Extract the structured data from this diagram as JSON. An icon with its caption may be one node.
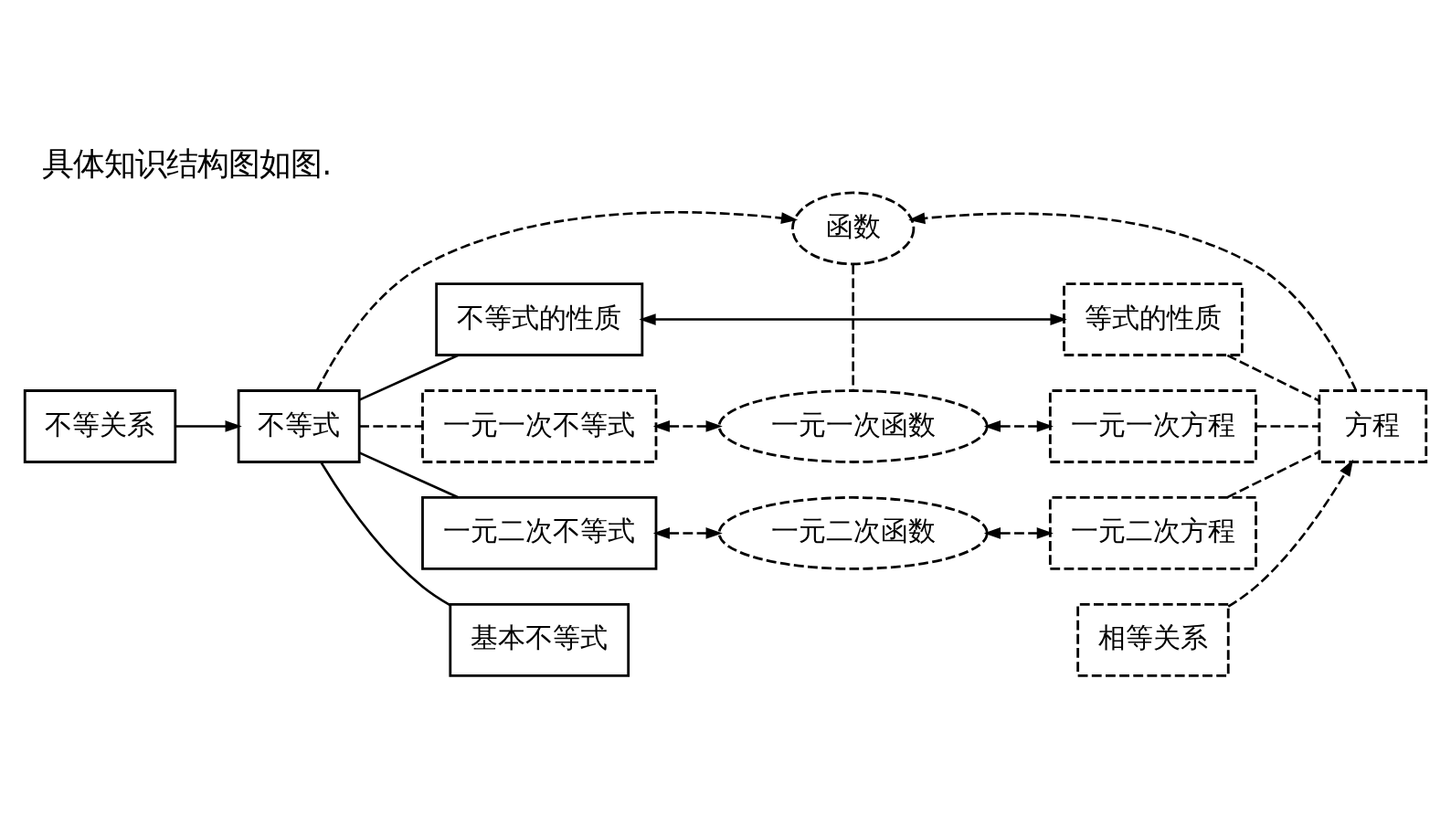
{
  "diagram": {
    "title": "具体知识结构图如图.",
    "nodes": [
      {
        "text": [
          "不等关系"
        ]
      },
      {
        "text": [
          "不等式"
        ]
      },
      {
        "text": [
          "函数"
        ]
      },
      {
        "text": [
          "不等式的性质"
        ]
      },
      {
        "text": [
          "等式的性质"
        ]
      },
      {
        "text": [
          "一元一次不等式"
        ]
      },
      {
        "text": [
          "一元一次函数"
        ]
      },
      {
        "text": [
          "一元一次方程"
        ]
      },
      {
        "text": [
          "方程"
        ]
      },
      {
        "text": [
          "相等关系"
        ]
      },
      {
        "text": [
          "一元二次不等式"
        ]
      },
      {
        "text": [
          "一元二次函数"
        ]
      },
      {
        "text": [
          "一元二次方程"
        ]
      },
      {
        "text": [
          "基本不等式"
        ]
      }
    ],
    "edges": [
      {
        "from": 0,
        "to": 1,
        "arrow": "to"
      },
      {
        "from": 1,
        "to": 2,
        "arrow": "to",
        "style": "dashed"
      },
      {
        "from": 1,
        "to": 3,
        "arrow": "none"
      },
      {
        "from": 1,
        "to": 5,
        "arrow": "none",
        "style": "dashed"
      },
      {
        "from": 1,
        "to": 10,
        "arrow": "none"
      },
      {
        "from": 1,
        "to": 13,
        "arrow": "none"
      },
      {
        "from": 3,
        "to": 4,
        "arrow": "both"
      },
      {
        "from": 2,
        "to": 6,
        "arrow": "none",
        "style": "dashed"
      },
      {
        "from": 5,
        "to": 6,
        "arrow": "both",
        "style": "dashed"
      },
      {
        "from": 6,
        "to": 7,
        "arrow": "both",
        "style": "dashed"
      },
      {
        "from": 10,
        "to": 11,
        "arrow": "both",
        "style": "dashed"
      },
      {
        "from": 11,
        "to": 12,
        "arrow": "both",
        "style": "dashed"
      },
      {
        "from": 4,
        "to": 8,
        "arrow": "none",
        "style": "dashed"
      },
      {
        "from": 7,
        "to": 8,
        "arrow": "none",
        "style": "dashed"
      },
      {
        "from": 12,
        "to": 8,
        "arrow": "none",
        "style": "dashed"
      },
      {
        "from": 9,
        "to": 8,
        "arrow": "to",
        "style": "dashed"
      },
      {
        "from": 8,
        "to": 2,
        "arrow": "to",
        "style": "dashed"
      }
    ]
  }
}
